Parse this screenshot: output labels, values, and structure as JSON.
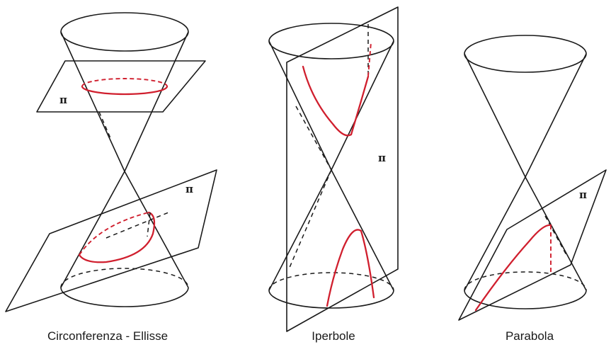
{
  "panels": [
    {
      "caption": "Circonferenza - Ellisse",
      "plane_labels": [
        "π",
        "π"
      ]
    },
    {
      "caption": "Iperbole",
      "plane_labels": [
        "π"
      ]
    },
    {
      "caption": "Parabola",
      "plane_labels": [
        "π"
      ]
    }
  ],
  "colors": {
    "lines": "#1a1a1a",
    "conic_section": "#d01f2e",
    "background": "#ffffff"
  }
}
